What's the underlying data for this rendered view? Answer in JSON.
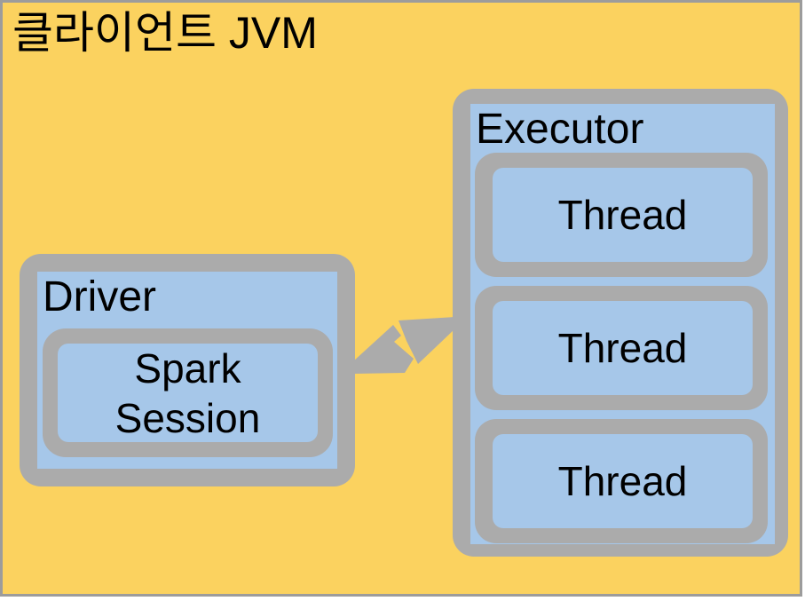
{
  "title": "클라이언트 JVM",
  "colors": {
    "canvas_background": "#FBD25F",
    "frame_border": "#9C9C9C",
    "box_border_gray": "#ABABAB",
    "box_fill_blue": "#A6C7E9",
    "text": "#000000"
  },
  "driver": {
    "label": "Driver",
    "spark_session": {
      "label": "Spark Session"
    }
  },
  "executor": {
    "label": "Executor",
    "threads": [
      {
        "label": "Thread"
      },
      {
        "label": "Thread"
      },
      {
        "label": "Thread"
      }
    ]
  },
  "connector": {
    "name": "zigzag-bolt-arrow-between-driver-and-executor"
  }
}
